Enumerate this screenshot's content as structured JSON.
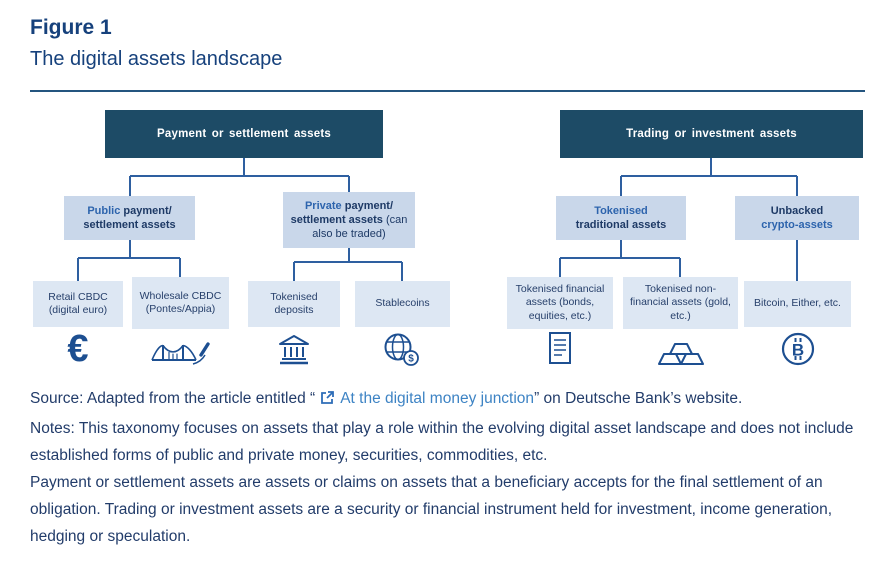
{
  "figure": {
    "label": "Figure 1",
    "title": "The digital assets landscape"
  },
  "diagram": {
    "payment_tree": {
      "root": "Payment or settlement assets",
      "public": {
        "accent": "Public",
        "rest": "payment/ settlement assets"
      },
      "private": {
        "accent": "Private",
        "rest": "payment/ settlement assets",
        "note": "(can also be traded)"
      },
      "leaves": {
        "retail_cbdc": "Retail CBDC (digital euro)",
        "wholesale_cbdc": "Wholesale CBDC (Pontes/Appia)",
        "tokenised_deposits": "Tokenised deposits",
        "stablecoins": "Stablecoins"
      }
    },
    "trading_tree": {
      "root": "Trading or investment assets",
      "tokenised_traditional": {
        "accent": "Tokenised",
        "rest": "traditional assets"
      },
      "unbacked_crypto": {
        "prefix": "Unbacked",
        "accent": "crypto-assets"
      },
      "leaves": {
        "tokenised_financial": "Tokenised financial assets (bonds, equities, etc.)",
        "tokenised_nonfinancial": "Tokenised non-financial assets (gold, etc.)",
        "unbacked_examples": "Bitcoin, Either, etc."
      }
    },
    "glyphs": {
      "euro": "€",
      "bitcoin": "B",
      "coin_symbol": "$"
    },
    "icon_names": {
      "retail_cbdc": "euro-icon",
      "wholesale_cbdc": "bridge-rocket-icon",
      "tokenised_deposits": "bank-icon",
      "stablecoins": "globe-currency-icon",
      "tokenised_financial": "document-icon",
      "tokenised_nonfinancial": "gold-bars-icon",
      "unbacked_examples": "bitcoin-icon",
      "source_link": "external-link-icon"
    }
  },
  "footer": {
    "source_prefix": "Source: Adapted from the article entitled “",
    "source_link": "At the digital money junction",
    "source_suffix": "” on Deutsche Bank’s website.",
    "notes_1": "Notes: This taxonomy focuses on assets that play a role within the evolving digital asset landscape and does not include established forms of public and private money, securities, commodities, etc.",
    "notes_2": "Payment or settlement assets are assets or claims on assets that a beneficiary accepts for the final settlement of an obligation. Trading or investment assets are a security or financial instrument held for investment, income generation, hedging or speculation."
  },
  "colors": {
    "dark_box": "#1d4b66",
    "level2_box": "#c9d7ea",
    "level3_box": "#dde7f3",
    "connector": "#2e5fa0",
    "accent_text": "#2d64ad",
    "heading_text": "#16417c",
    "body_text": "#223c6a",
    "link_text": "#3d83c4",
    "icon_blue": "#1d4f91"
  }
}
